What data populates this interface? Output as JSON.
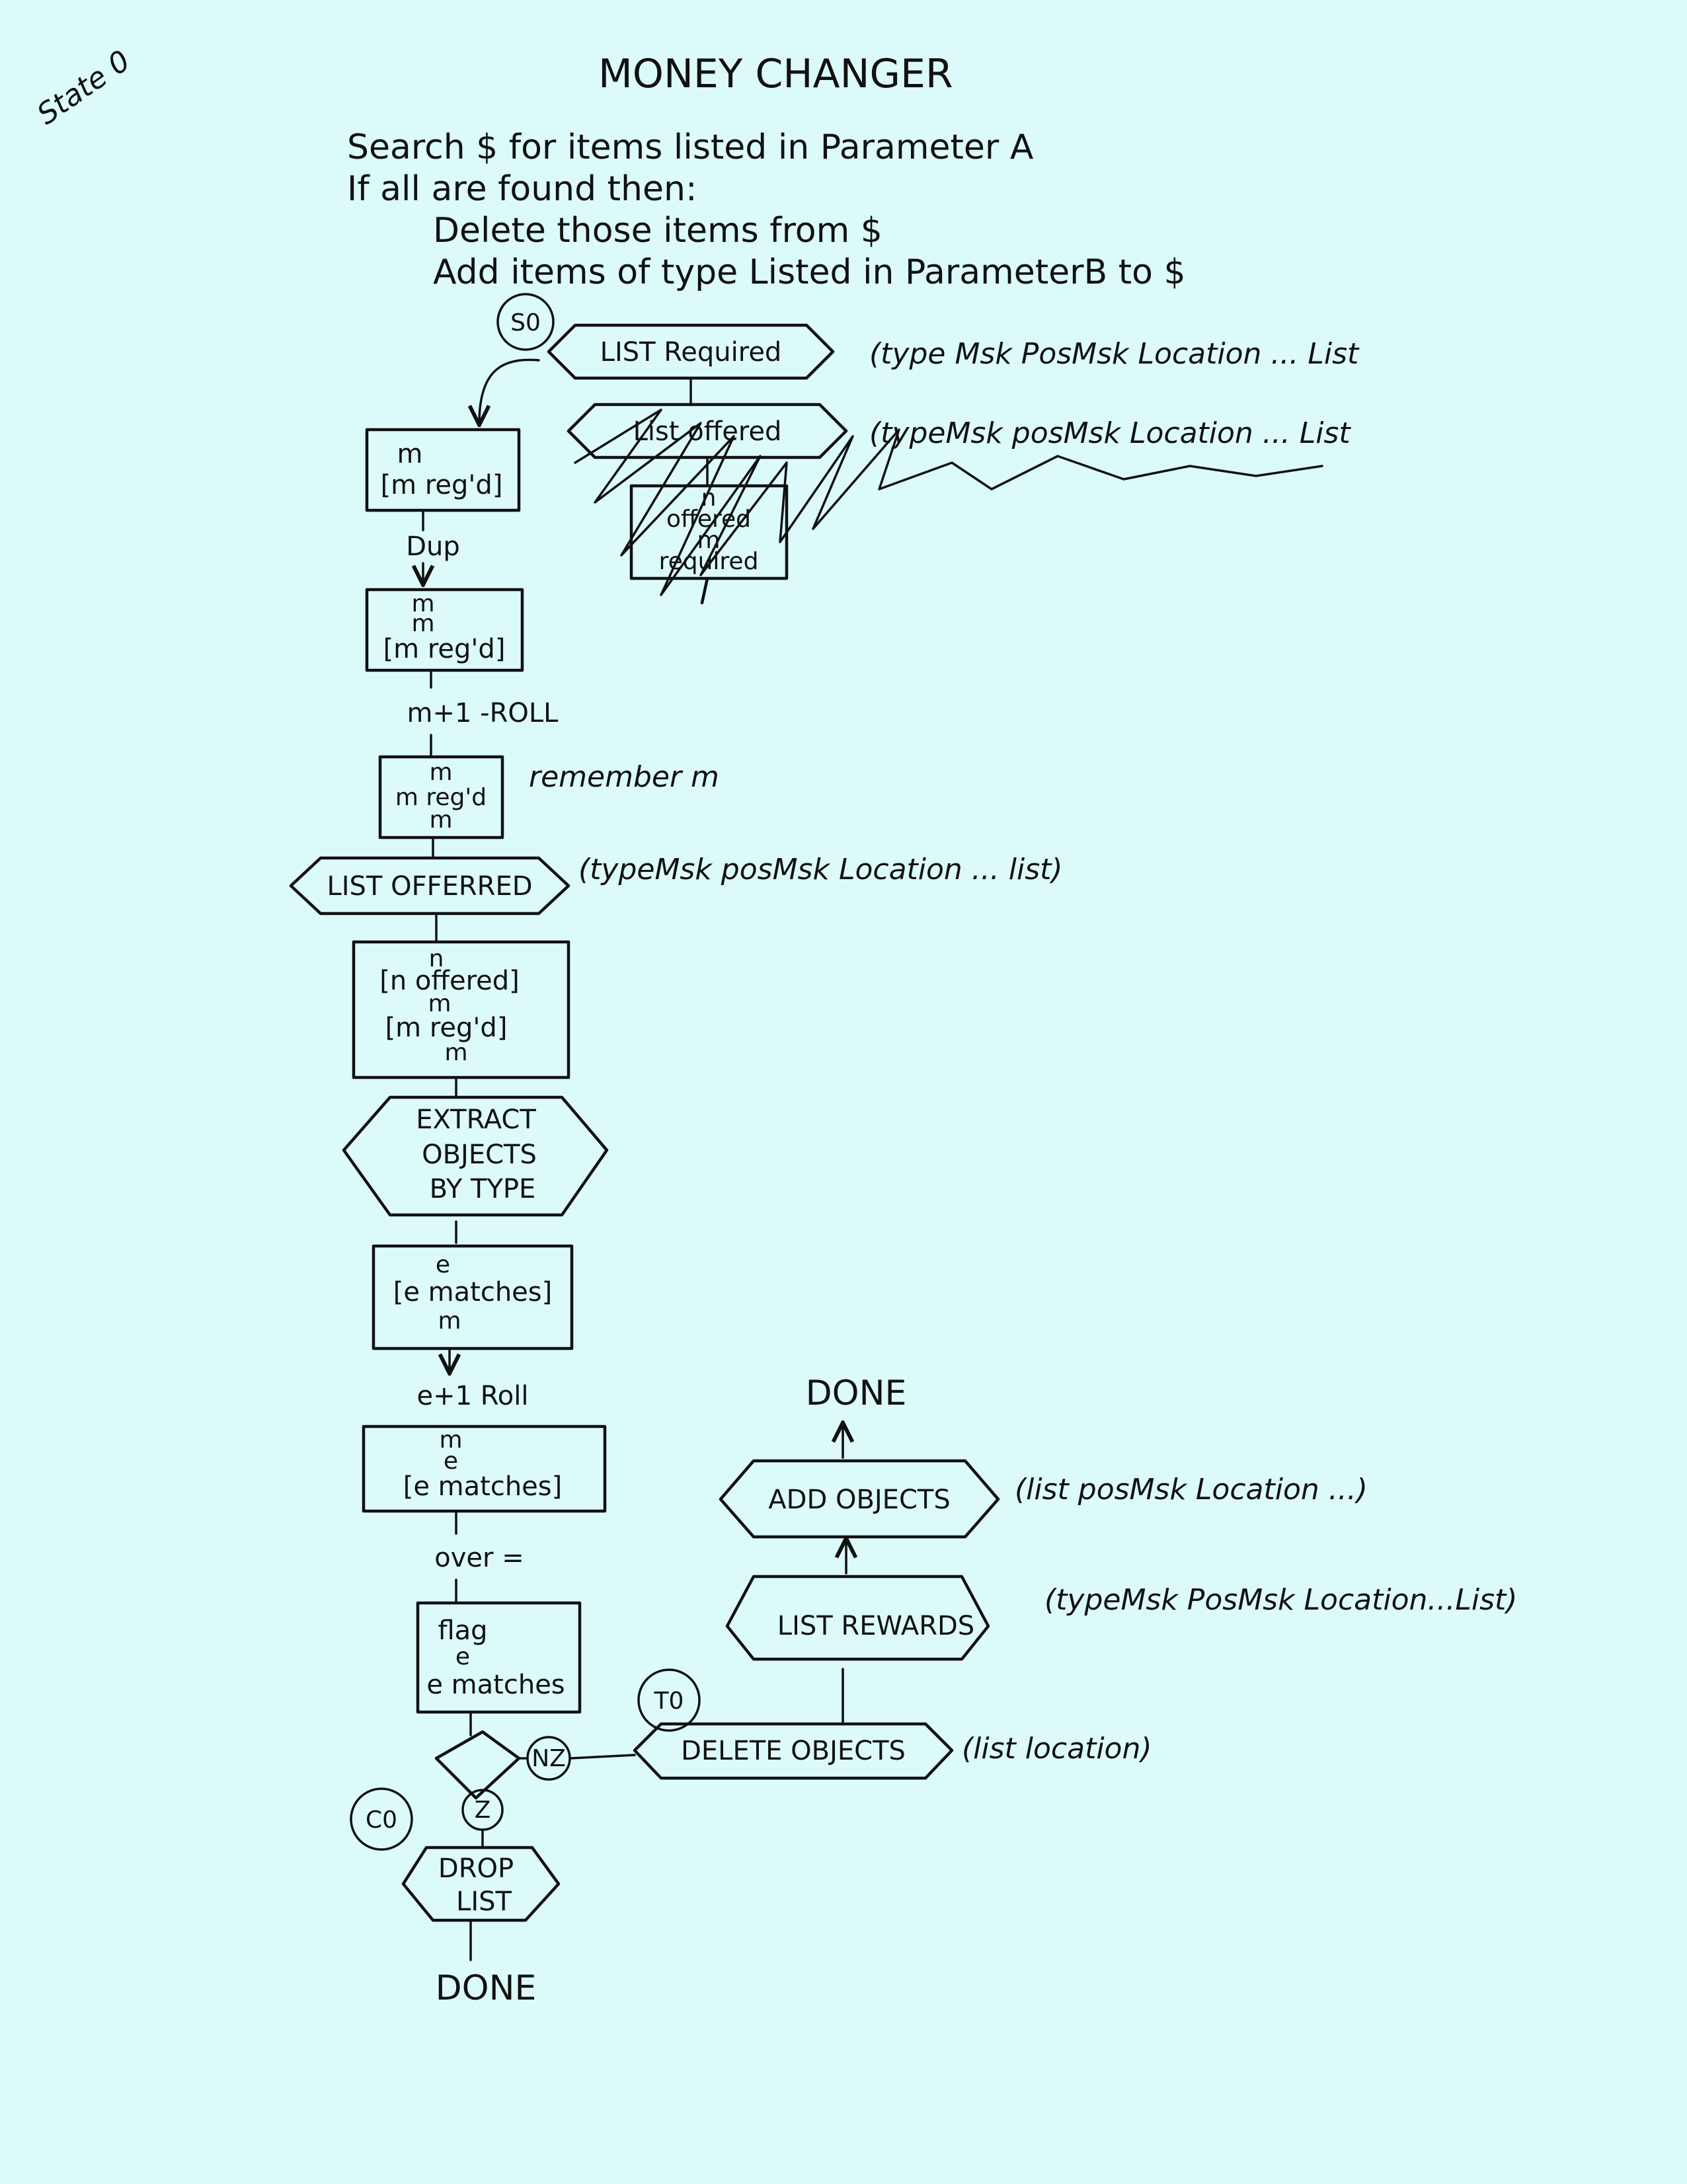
{
  "corner_note": "State 0",
  "title": "MONEY CHANGER",
  "description": {
    "line1": "Search $ for items listed in Parameter A",
    "line2": "If all are found then:",
    "line3": "Delete those items from $",
    "line4": "Add items of type Listed in ParameterB to $"
  },
  "connectors": {
    "s0": "S0",
    "c0": "C0",
    "t0": "T0",
    "nz": "NZ",
    "z": "Z"
  },
  "steps": {
    "list_required": {
      "label": "LIST Required",
      "note": "(type Msk PosMsk Location ... List"
    },
    "list_offered_crossed": {
      "label": "List offered",
      "note": "(typeMsk posMsk Location ... List"
    },
    "offered_box_crossed": {
      "line1": "n",
      "line2": "offered",
      "line3": "m",
      "line4": "required"
    },
    "stack1": {
      "line1": "m",
      "line2": "[m reg'd]"
    },
    "dup": "Dup",
    "stack2": {
      "line1": "m",
      "line2": "m",
      "line3": "[m reg'd]"
    },
    "roll1": "m+1 -ROLL",
    "stack3": {
      "line1": "m",
      "line2": "m reg'd",
      "line3": "m",
      "note": "remember m"
    },
    "list_offerred": {
      "label": "LIST OFFERRED",
      "note": "(typeMsk posMsk Location ... list)"
    },
    "stack4": {
      "line1": "n",
      "line2": "[n offered]",
      "line3": "m",
      "line4": "[m reg'd]",
      "line5": "m"
    },
    "extract": {
      "line1": "EXTRACT",
      "line2": "OBJECTS",
      "line3": "BY TYPE"
    },
    "stack5": {
      "line1": "e",
      "line2": "[e matches]",
      "line3": "m"
    },
    "roll2": "e+1 Roll",
    "stack6": {
      "line1": "m",
      "line2": "e",
      "line3": "[e matches]"
    },
    "over_eq": "over =",
    "stack7": {
      "line1": "flag",
      "line2": "e",
      "line3": "e matches"
    },
    "drop_list": {
      "line1": "DROP",
      "line2": "LIST"
    },
    "done_bottom": "DONE",
    "delete_objects": {
      "label": "DELETE OBJECTS",
      "note": "(list location)"
    },
    "list_rewards": {
      "label": "LIST REWARDS",
      "note": "(typeMsk PosMsk Location...List)"
    },
    "add_objects": {
      "label": "ADD OBJECTS",
      "note": "(list posMsk Location ...)"
    },
    "done_top": "DONE"
  }
}
